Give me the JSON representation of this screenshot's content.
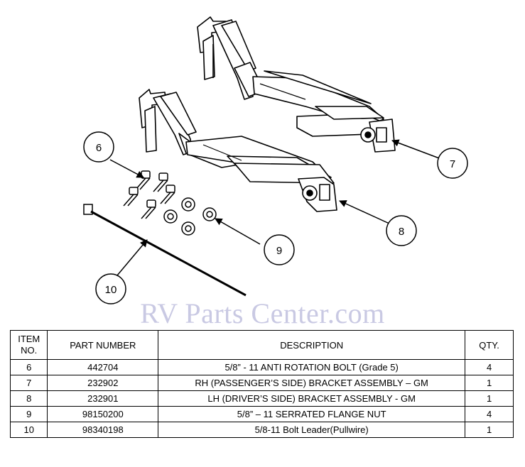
{
  "watermark": "RV Parts Center.com",
  "callouts": {
    "c6": "6",
    "c7": "7",
    "c8": "8",
    "c9": "9",
    "c10": "10"
  },
  "table": {
    "headers": {
      "item_line1": "ITEM",
      "item_line2": "NO.",
      "part_number": "PART NUMBER",
      "description": "DESCRIPTION",
      "qty": "QTY."
    },
    "rows": [
      {
        "item": "6",
        "part": "442704",
        "desc": "5/8” - 11 ANTI ROTATION BOLT (Grade 5)",
        "qty": "4"
      },
      {
        "item": "7",
        "part": "232902",
        "desc": "RH (PASSENGER’S SIDE) BRACKET ASSEMBLY – GM",
        "qty": "1"
      },
      {
        "item": "8",
        "part": "232901",
        "desc": "LH (DRIVER’S SIDE) BRACKET ASSEMBLY - GM",
        "qty": "1"
      },
      {
        "item": "9",
        "part": "98150200",
        "desc": "5/8” – 11 SERRATED FLANGE NUT",
        "qty": "4"
      },
      {
        "item": "10",
        "part": "98340198",
        "desc": "5/8-11 Bolt Leader(Pullwire)",
        "qty": "1"
      }
    ]
  }
}
